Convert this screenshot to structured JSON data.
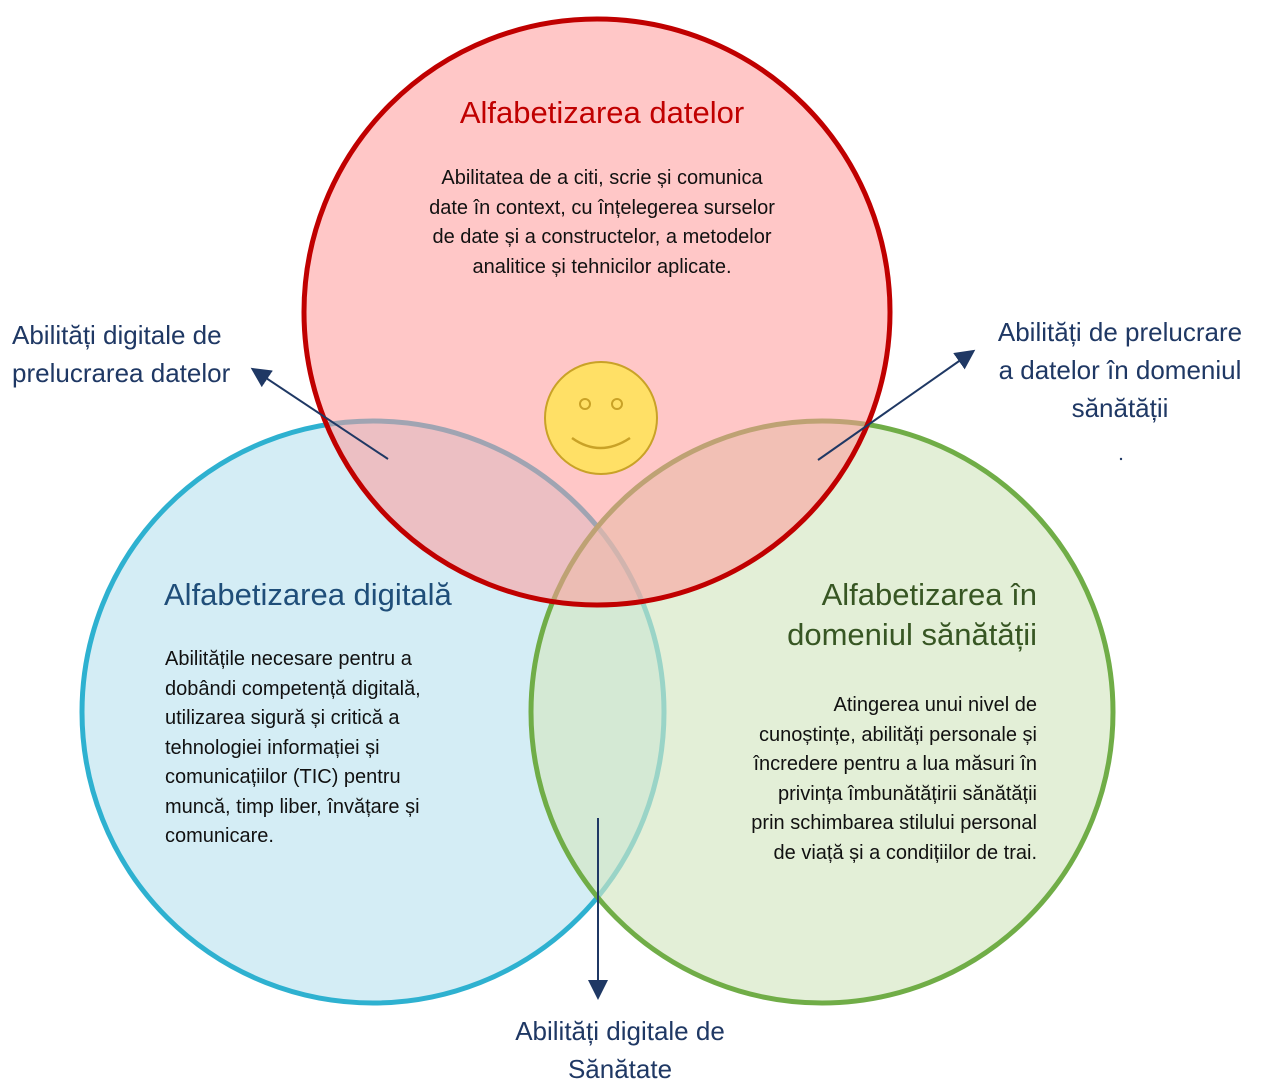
{
  "colors": {
    "red_stroke": "#c00000",
    "red_fill": "#ff9999",
    "blue_stroke": "#2eb1d0",
    "blue_fill": "#bde4f0",
    "green_stroke": "#70ad47",
    "green_fill": "#d4e6c1",
    "arrow": "#1f3864",
    "smiley_fill": "#ffe066",
    "smiley_stroke": "#c9a227"
  },
  "circles": {
    "data_literacy": {
      "title": "Alfabetizarea datelor",
      "title_color": "#c00000",
      "description_lines": [
        "Abilitatea de a citi, scrie și comunica",
        "date în context, cu înțelegerea surselor",
        "de date și a constructelor, a metodelor",
        "analitice și tehnicilor aplicate."
      ]
    },
    "digital_literacy": {
      "title": "Alfabetizarea digitală",
      "title_color": "#1f4e79",
      "description_lines": [
        "Abilitățile necesare pentru a",
        "dobândi competență digitală,",
        "utilizarea sigură și critică a",
        "tehnologiei informației și",
        "comunicațiilor (TIC) pentru",
        "muncă, timp liber, învățare și",
        "comunicare."
      ]
    },
    "health_literacy": {
      "title_lines": [
        "Alfabetizarea în",
        "domeniul sănătății"
      ],
      "title_color": "#375623",
      "description_lines": [
        "Atingerea unui nivel de",
        "cunoștințe, abilități personale și",
        "încredere pentru a lua măsuri în",
        "privința îmbunătățirii sănătății",
        "prin schimbarea stilului personal",
        "de viață și a condițiilor de trai."
      ]
    }
  },
  "intersections": {
    "data_digital": [
      "Abilități digitale de",
      "prelucrarea datelor"
    ],
    "data_health": [
      "Abilități de prelucrare",
      "a datelor în domeniul",
      "sănătății"
    ],
    "digital_health": [
      "Abilități digitale de",
      "Sănătate"
    ]
  }
}
